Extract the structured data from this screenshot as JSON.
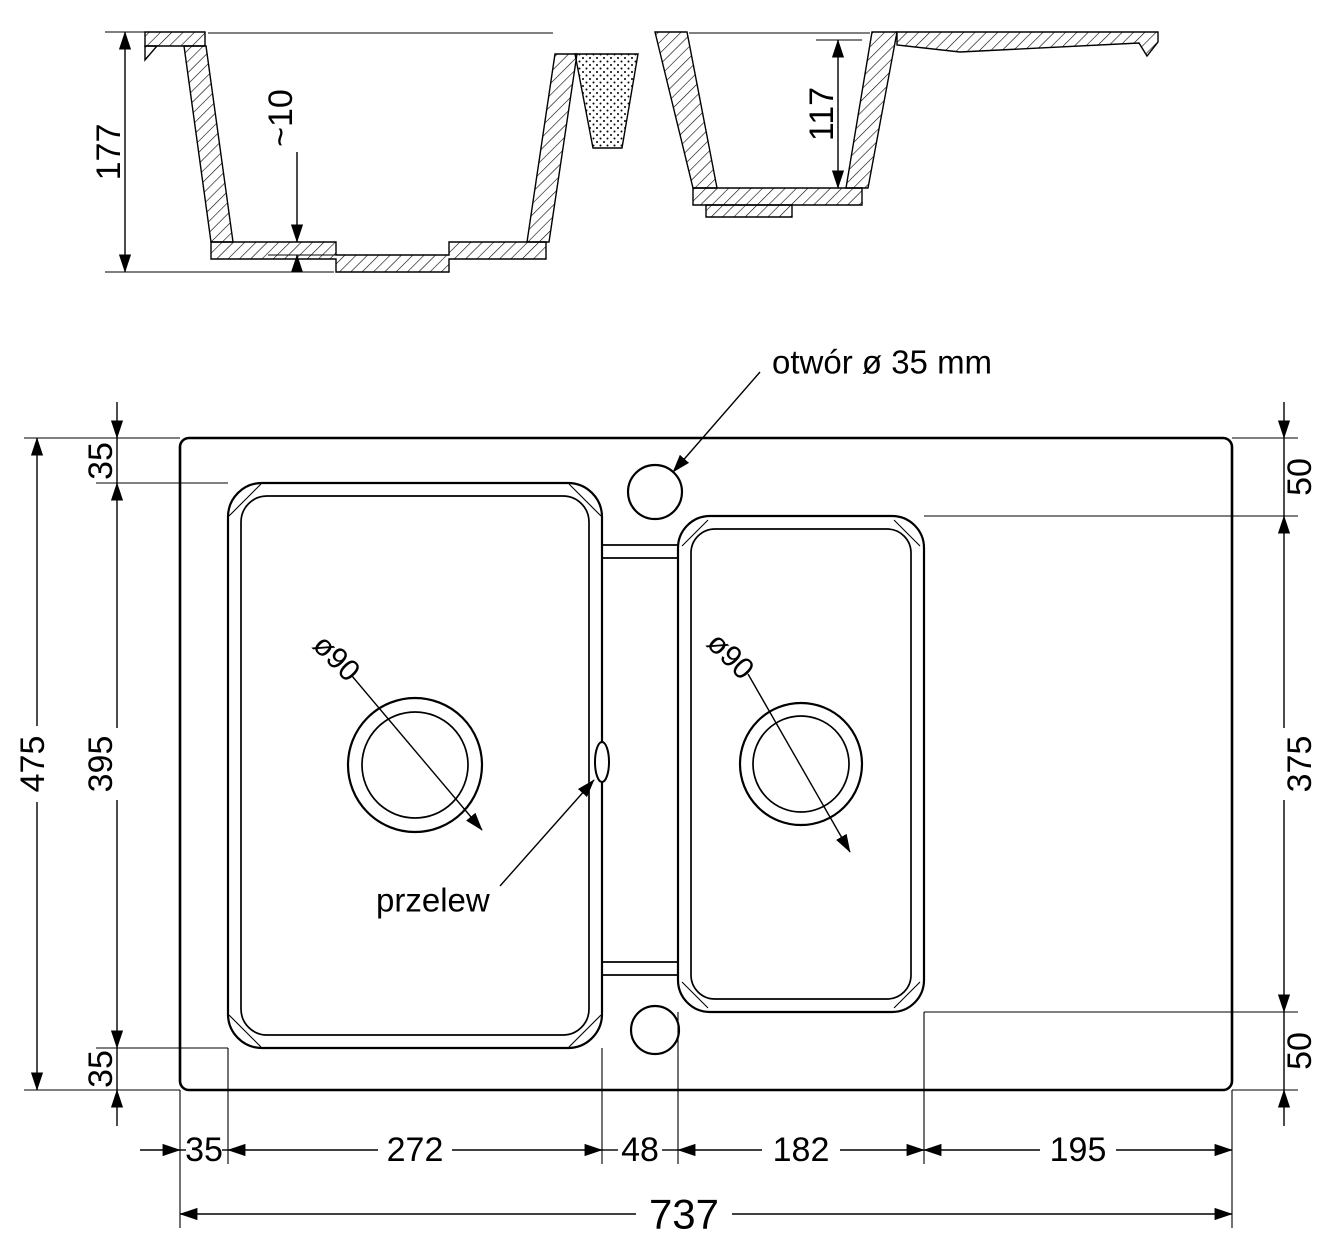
{
  "drawing": {
    "kind": "technical dimension drawing of a 1.5-bowl kitchen sink with drainer",
    "colors": {
      "line": "#000000",
      "background": "#ffffff"
    }
  },
  "section_view": {
    "dim_depth_main": "177",
    "dim_step": "~10",
    "dim_depth_small": "117"
  },
  "plan_view": {
    "label_tap_hole": "otwór ø 35 mm",
    "label_overflow": "przelew",
    "label_drain_main": "ø90",
    "label_drain_small": "ø90",
    "dim_total_height": "475",
    "dim_left_margin_top": "35",
    "dim_bowl_height": "395",
    "dim_left_margin_bottom": "35",
    "dim_right_margin_top": "50",
    "dim_small_bowl_height": "375",
    "dim_right_margin_bottom": "50",
    "dim_bottom_left_margin": "35",
    "dim_main_bowl_width": "272",
    "dim_divider_width": "48",
    "dim_small_bowl_width": "182",
    "dim_drainer_width": "195",
    "dim_total_width": "737"
  }
}
